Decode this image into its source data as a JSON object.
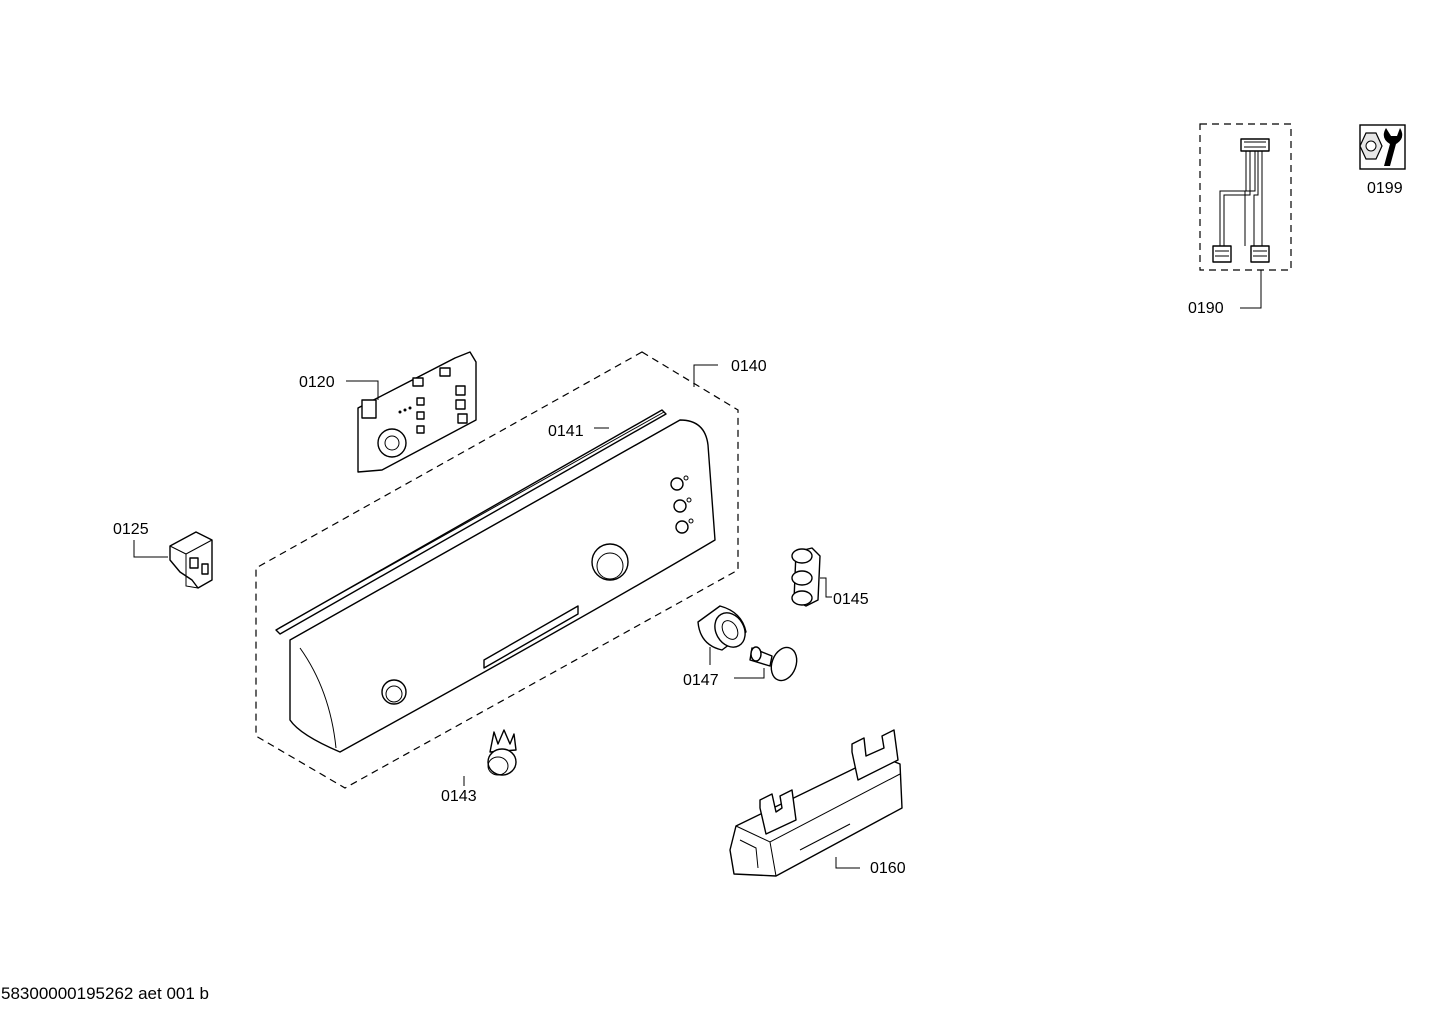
{
  "parts": [
    {
      "id": "p0120",
      "number": "0120"
    },
    {
      "id": "p0125",
      "number": "0125"
    },
    {
      "id": "p0140",
      "number": "0140"
    },
    {
      "id": "p0141",
      "number": "0141"
    },
    {
      "id": "p0143",
      "number": "0143"
    },
    {
      "id": "p0145",
      "number": "0145"
    },
    {
      "id": "p0147",
      "number": "0147"
    },
    {
      "id": "p0160",
      "number": "0160"
    },
    {
      "id": "p0190",
      "number": "0190"
    },
    {
      "id": "p0199",
      "number": "0199"
    }
  ],
  "footer": {
    "drawing_id": "58300000195262 aet 001 b"
  },
  "colors": {
    "line": "#000000",
    "background": "#ffffff"
  }
}
